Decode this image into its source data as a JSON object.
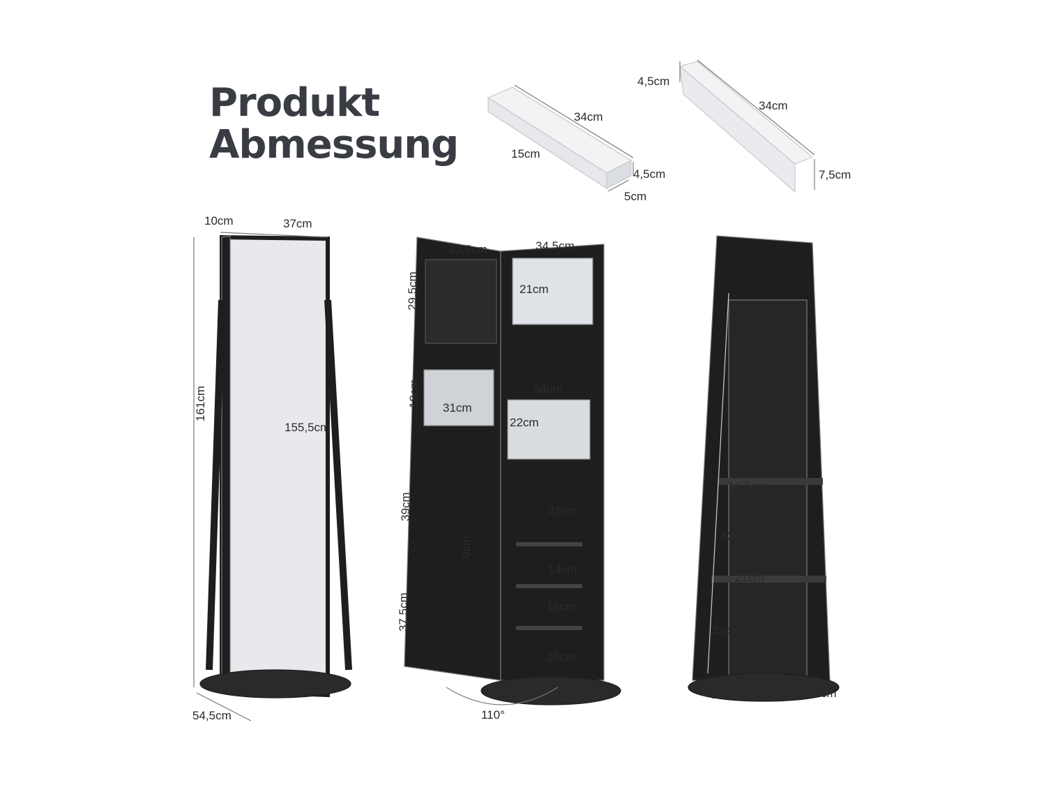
{
  "title": {
    "line1": "Produkt",
    "line2": "Abmessung"
  },
  "colors": {
    "cabinet": "#1e1e1e",
    "mirror": "#e7e9ec",
    "dim_line": "#7a7a7a",
    "title": "#3a3c44"
  },
  "tray1": {
    "length": "34cm",
    "width": "15cm",
    "height": "4,5cm",
    "depth": "5cm"
  },
  "tray2": {
    "height_top": "4,5cm",
    "length": "34cm",
    "height": "7,5cm"
  },
  "mirror_view": {
    "depth": "10cm",
    "width": "37cm",
    "height": "161cm",
    "mirror_height": "155,5cm",
    "base": "54,5cm"
  },
  "open_view": {
    "door_width": "33,5cm",
    "inner_width": "34,5cm",
    "ring_rack_height": "29,5cm",
    "mirror_small": "21cm",
    "pocket_height": "18cm",
    "pocket_width": "31cm",
    "drawer_width": "34cm",
    "drawer_height": "22cm",
    "panel_upper": "39cm",
    "hook_gap": "9cm",
    "panel_lower": "37,5cm",
    "shelf_width": "31cm",
    "shelf_1": "14cm",
    "shelf_2": "16cm",
    "shelf_3": "16cm",
    "angle": "110°"
  },
  "back_view": {
    "height": "70cm",
    "shelf_depth": "14,5cm",
    "gap_1": "33cm",
    "shelf_2_depth": "21cm",
    "gap_2": "33cm",
    "base_depth": "27cm",
    "base_width": "37cm"
  }
}
